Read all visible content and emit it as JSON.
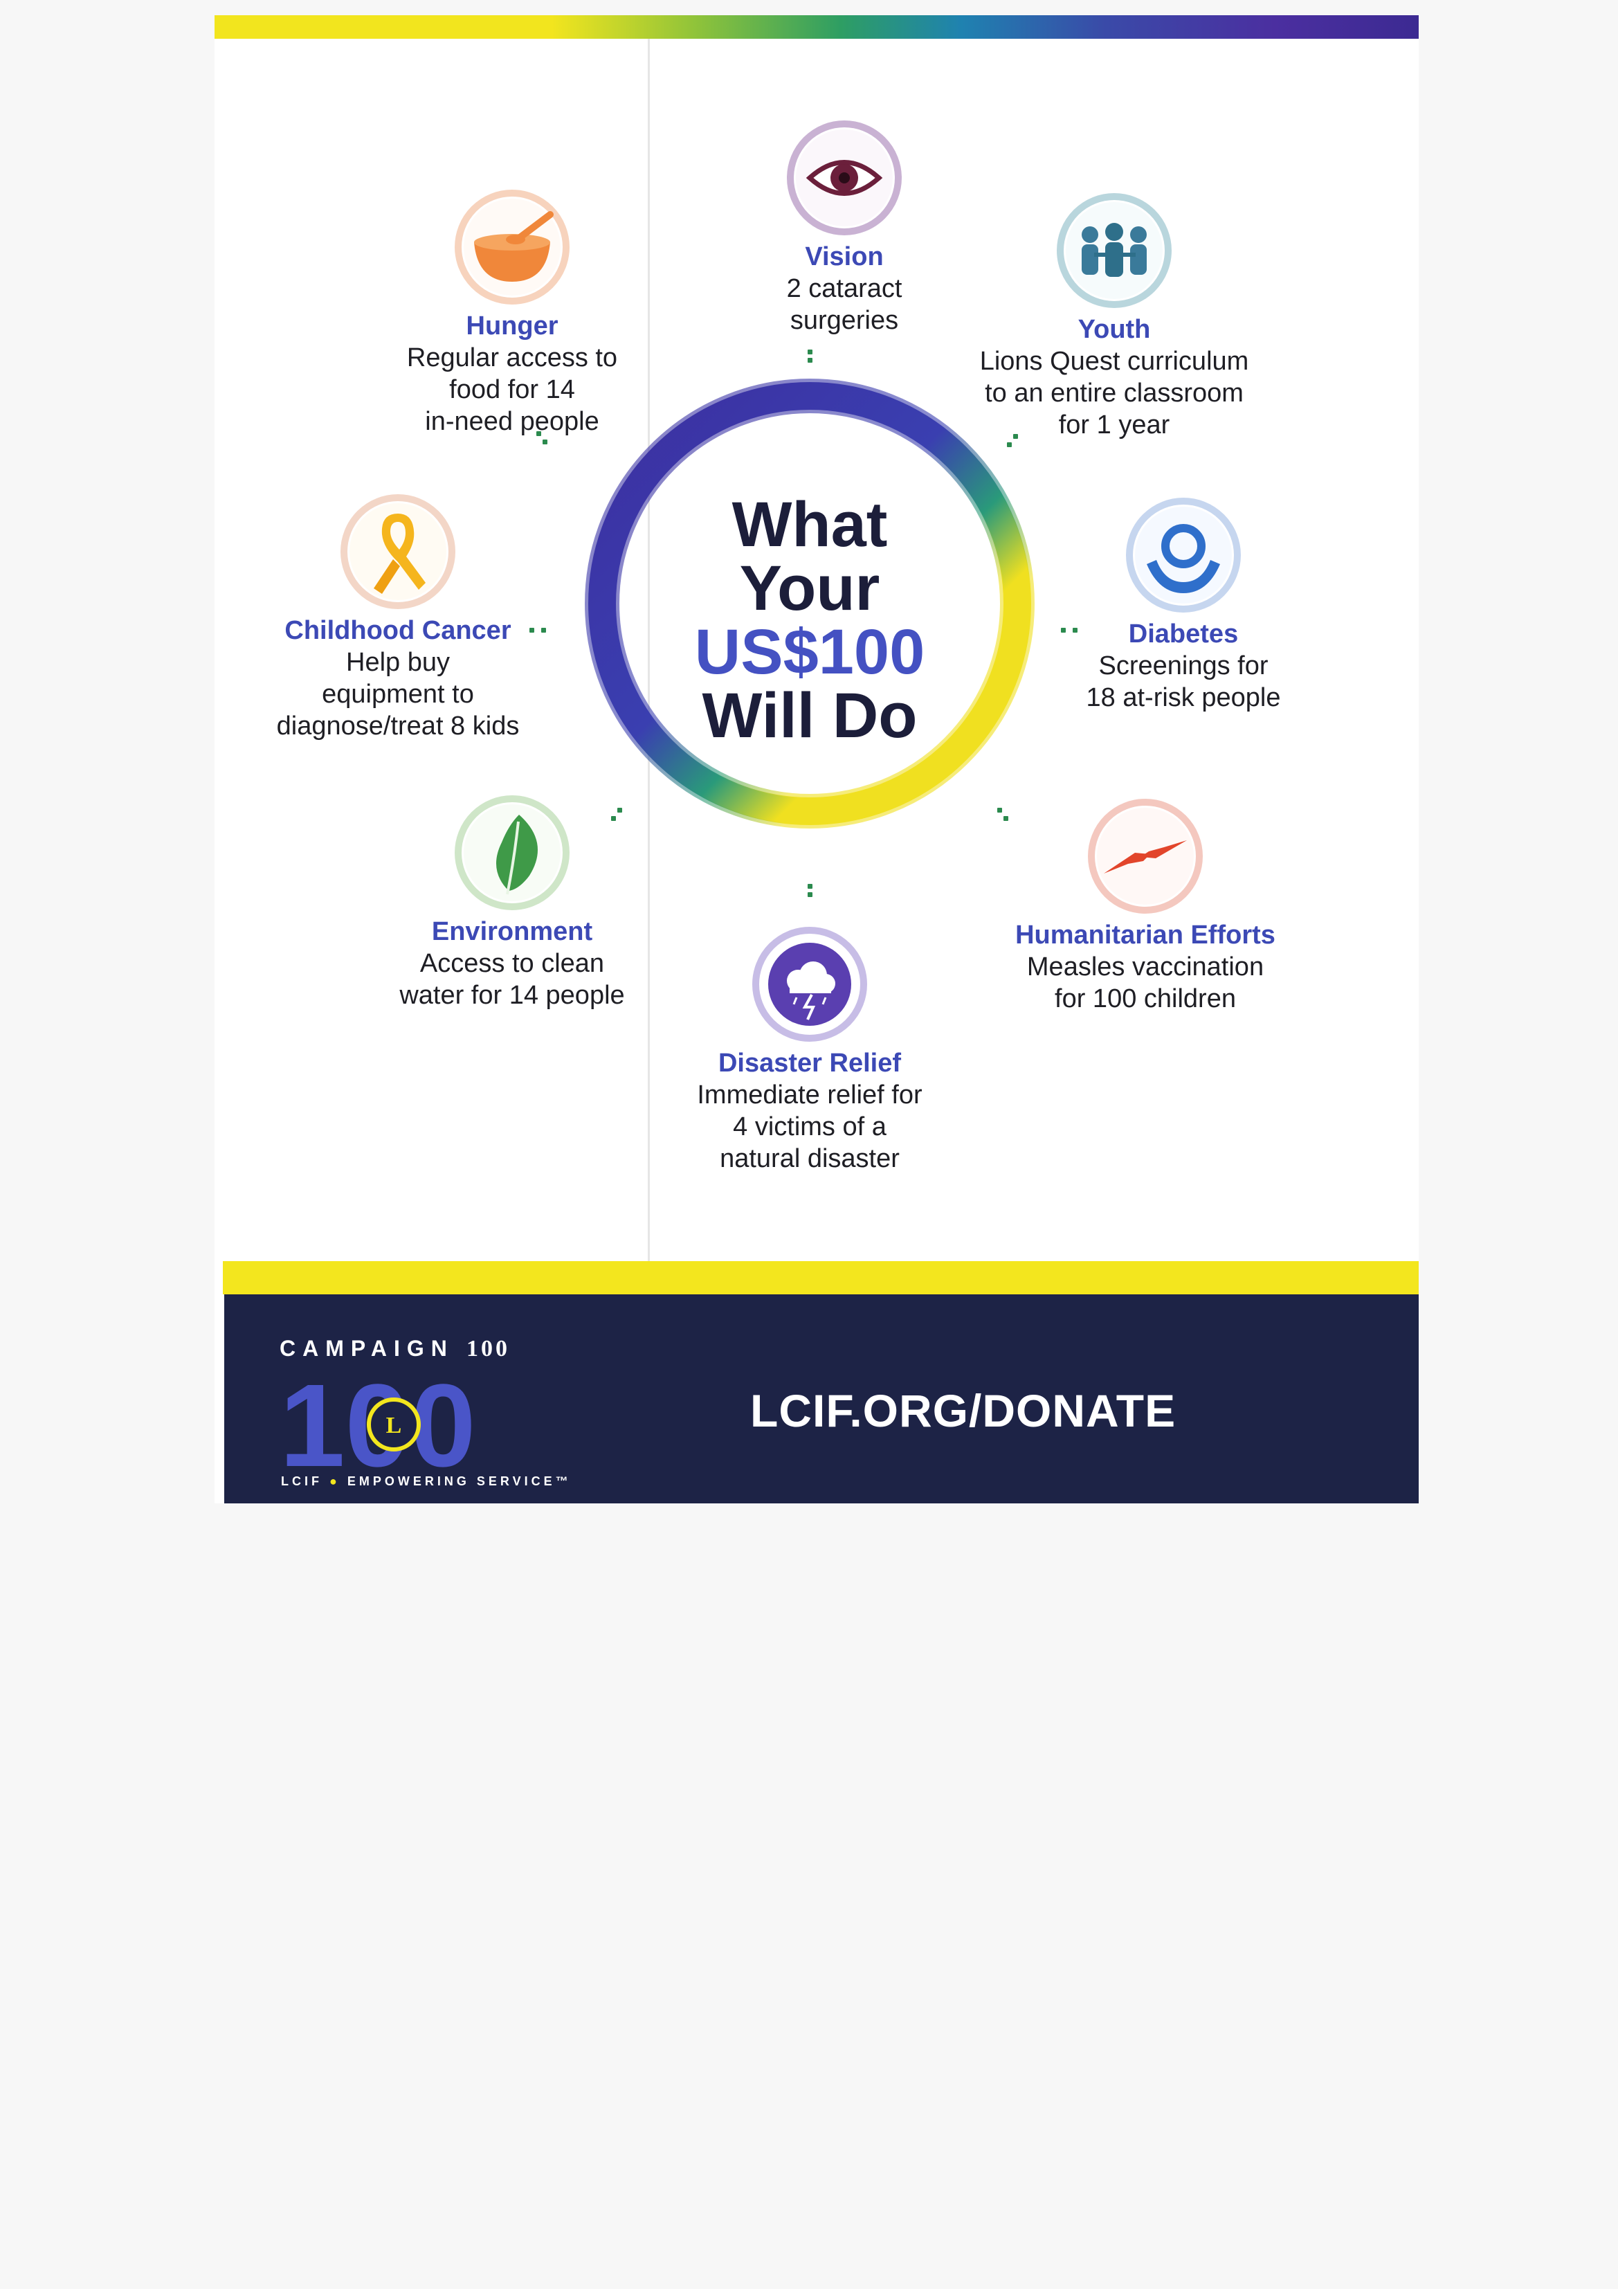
{
  "headline": {
    "line1": "What",
    "line2": "Your",
    "amount": "US$100",
    "line4": "Will Do"
  },
  "items": {
    "vision": {
      "title": "Vision",
      "desc": "2 cataract\nsurgeries",
      "icon": "eye-icon"
    },
    "youth": {
      "title": "Youth",
      "desc": "Lions Quest curriculum\nto an entire classroom\nfor 1 year",
      "icon": "children-icon"
    },
    "hunger": {
      "title": "Hunger",
      "desc": "Regular access to\nfood for 14\nin-need people",
      "icon": "bowl-icon"
    },
    "childhood_cancer": {
      "title": "Childhood Cancer",
      "desc": "Help buy\nequipment to\ndiagnose/treat 8 kids",
      "icon": "ribbon-icon"
    },
    "diabetes": {
      "title": "Diabetes",
      "desc": "Screenings for\n18 at-risk people",
      "icon": "hands-drop-icon"
    },
    "environment": {
      "title": "Environment",
      "desc": "Access to clean\nwater for 14 people",
      "icon": "leaf-icon"
    },
    "humanitarian": {
      "title": "Humanitarian Efforts",
      "desc": "Measles vaccination\nfor 100 children",
      "icon": "helping-hands-icon"
    },
    "disaster": {
      "title": "Disaster Relief",
      "desc": "Immediate relief for\n4 victims of a\nnatural disaster",
      "icon": "storm-cloud-icon"
    }
  },
  "footer": {
    "campaign_word": "CAMPAIGN",
    "campaign_num": "100",
    "big_number": "100",
    "tagline_lcif": "LCIF",
    "tagline_rest": "EMPOWERING SERVICE™",
    "donate_url": "LCIF.ORG/DONATE"
  },
  "colors": {
    "title_blue": "#3c49b5",
    "navy": "#1d2346",
    "yellow": "#f3e61e"
  }
}
